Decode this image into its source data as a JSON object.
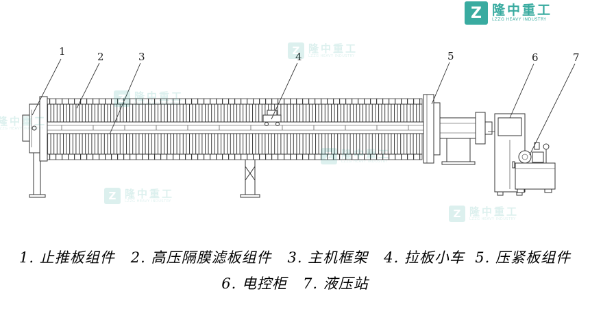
{
  "callouts": [
    {
      "number": "1"
    },
    {
      "number": "2"
    },
    {
      "number": "3"
    },
    {
      "number": "4"
    },
    {
      "number": "5"
    },
    {
      "number": "6"
    },
    {
      "number": "7"
    }
  ],
  "legend": {
    "line1": "1. 止推板组件   2. 高压隔膜滤板组件   3. 主机框架   4. 拉板小车  5. 压紧板组件",
    "line2": "6. 电控柜   7. 液压站"
  },
  "watermark": {
    "brand_letter": "Z",
    "company_cn": "隆中重工",
    "company_en": "LZZG HEAVY INDUSTRY",
    "accent_color": "#2fa79b"
  }
}
